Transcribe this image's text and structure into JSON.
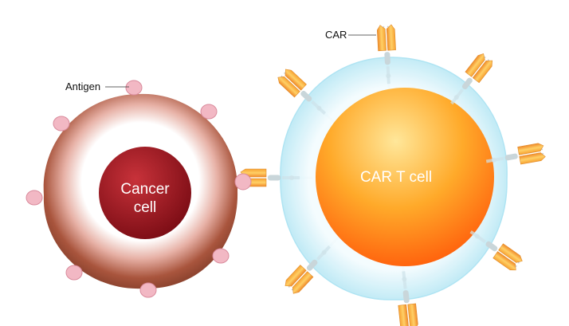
{
  "labels": {
    "antigen": "Antigen",
    "car": "CAR",
    "cancer_cell": [
      "Cancer",
      "cell"
    ],
    "car_t_cell": "CAR T cell"
  },
  "colors": {
    "cancer_membrane": "#9c4a32",
    "cancer_nucleus": "#8e1218",
    "t_membrane": "#c9eef7",
    "t_nucleus": "#ff9a1a",
    "receptor": "#f7b233",
    "antigen": "#f2b8c4"
  }
}
